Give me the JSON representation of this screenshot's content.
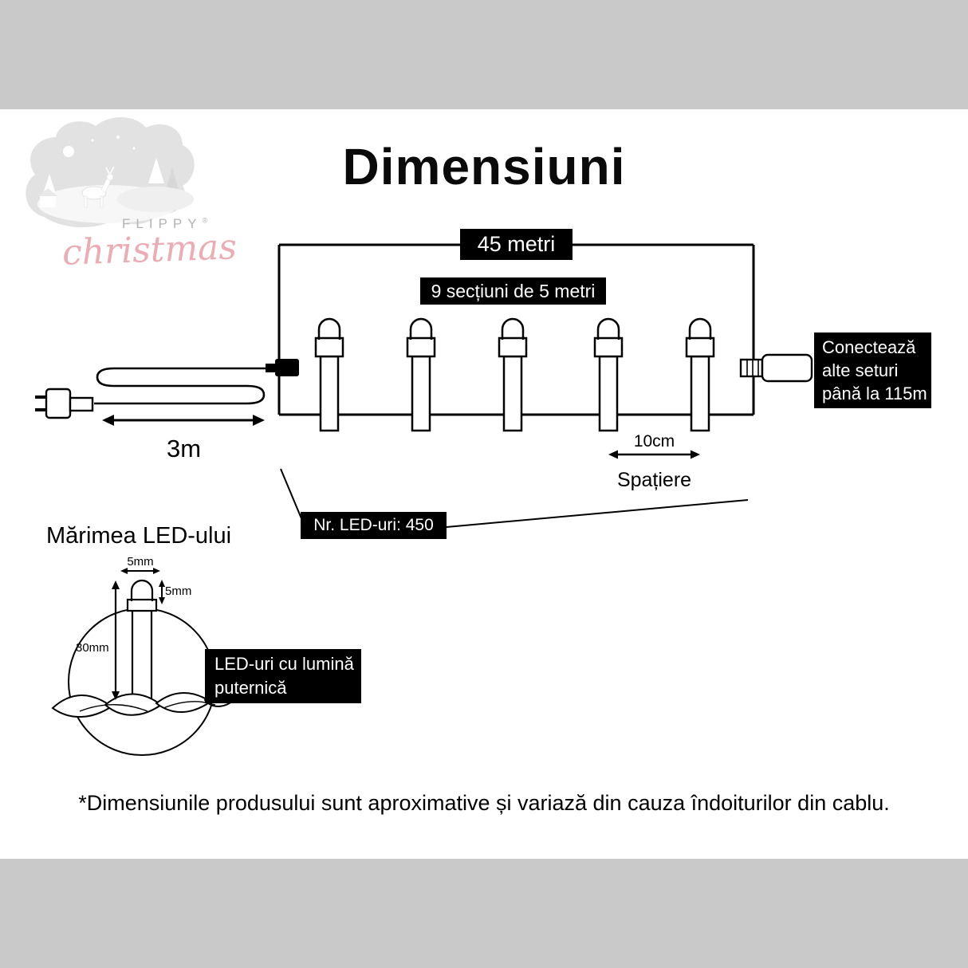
{
  "colors": {
    "band_gray": "#c9c9c9",
    "callout_bg": "#000000",
    "callout_text": "#ffffff",
    "brand_pink": "#ecacb4",
    "brand_gray": "#b3b3b3"
  },
  "header": {
    "title": "Dimensiuni"
  },
  "logo": {
    "brand": "FLIPPY",
    "registered": "®",
    "script": "christmas"
  },
  "diagram": {
    "total_length": "45 metri",
    "sections": "9 secțiuni de 5 metri",
    "lead_length": "3m",
    "connect": {
      "line1": "Conectează",
      "line2": "alte seturi",
      "line3": "până la 115m"
    },
    "spacing_value": "10cm",
    "spacing_caption": "Spațiere",
    "led_count": "Nr. LED-uri: 450"
  },
  "led_size": {
    "title": "Mărimea LED-ului",
    "bulb_width": "5mm",
    "bulb_height": "5mm",
    "body_length": "30mm",
    "callout": {
      "line1": "LED-uri cu lumină",
      "line2": "puternică"
    }
  },
  "footnote": "*Dimensiunile produsului sunt aproximative și variază din cauza îndoiturilor din cablu."
}
